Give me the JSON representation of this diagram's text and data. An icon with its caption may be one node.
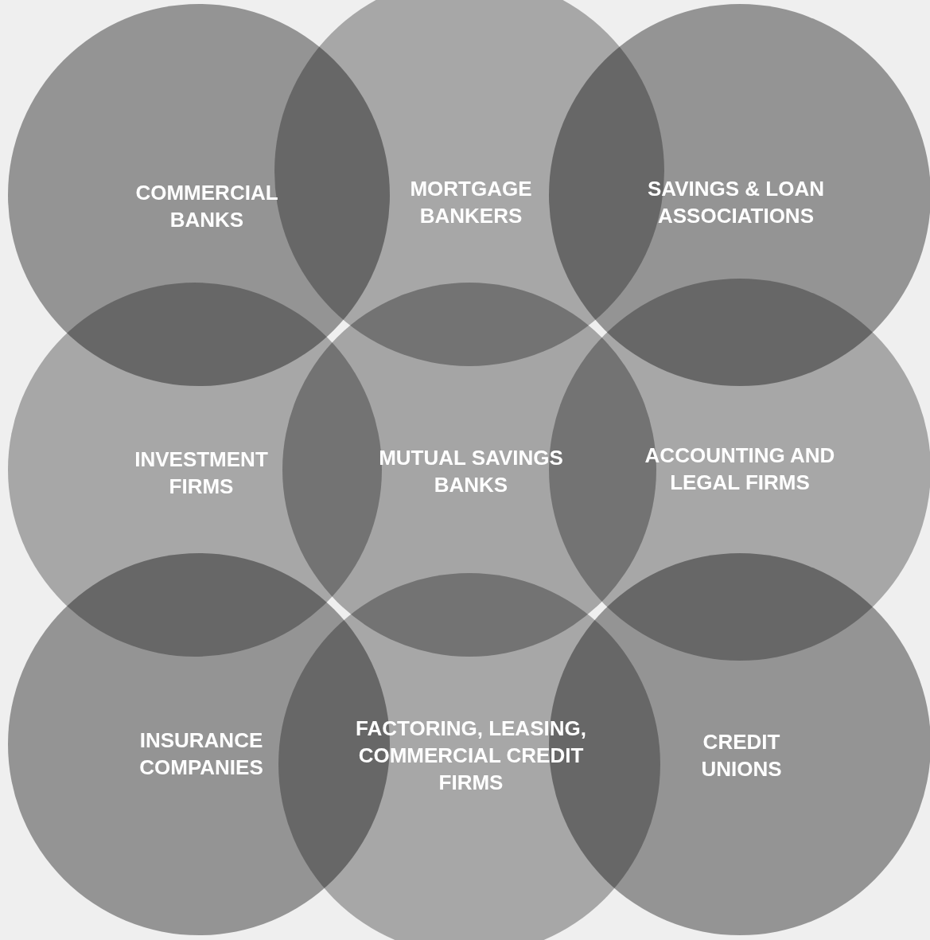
{
  "diagram": {
    "nodes": [
      {
        "text": [
          "COMMERCIAL BANKS"
        ]
      },
      {
        "text": [
          "MORTGAGE BANKERS"
        ]
      },
      {
        "text": [
          "SAVINGS & LOAN ASSOCIATIONS"
        ]
      },
      {
        "text": [
          "INVESTMENT FIRMS"
        ]
      },
      {
        "text": [
          "MUTUAL SAVINGS BANKS"
        ]
      },
      {
        "text": [
          "ACCOUNTING AND LEGAL FIRMS"
        ]
      },
      {
        "text": [
          "INSURANCE COMPANIES"
        ]
      },
      {
        "text": [
          "FACTORING, LEASING, COMMERCIAL CREDIT FIRMS"
        ]
      },
      {
        "text": [
          "CREDIT UNIONS"
        ]
      }
    ]
  }
}
